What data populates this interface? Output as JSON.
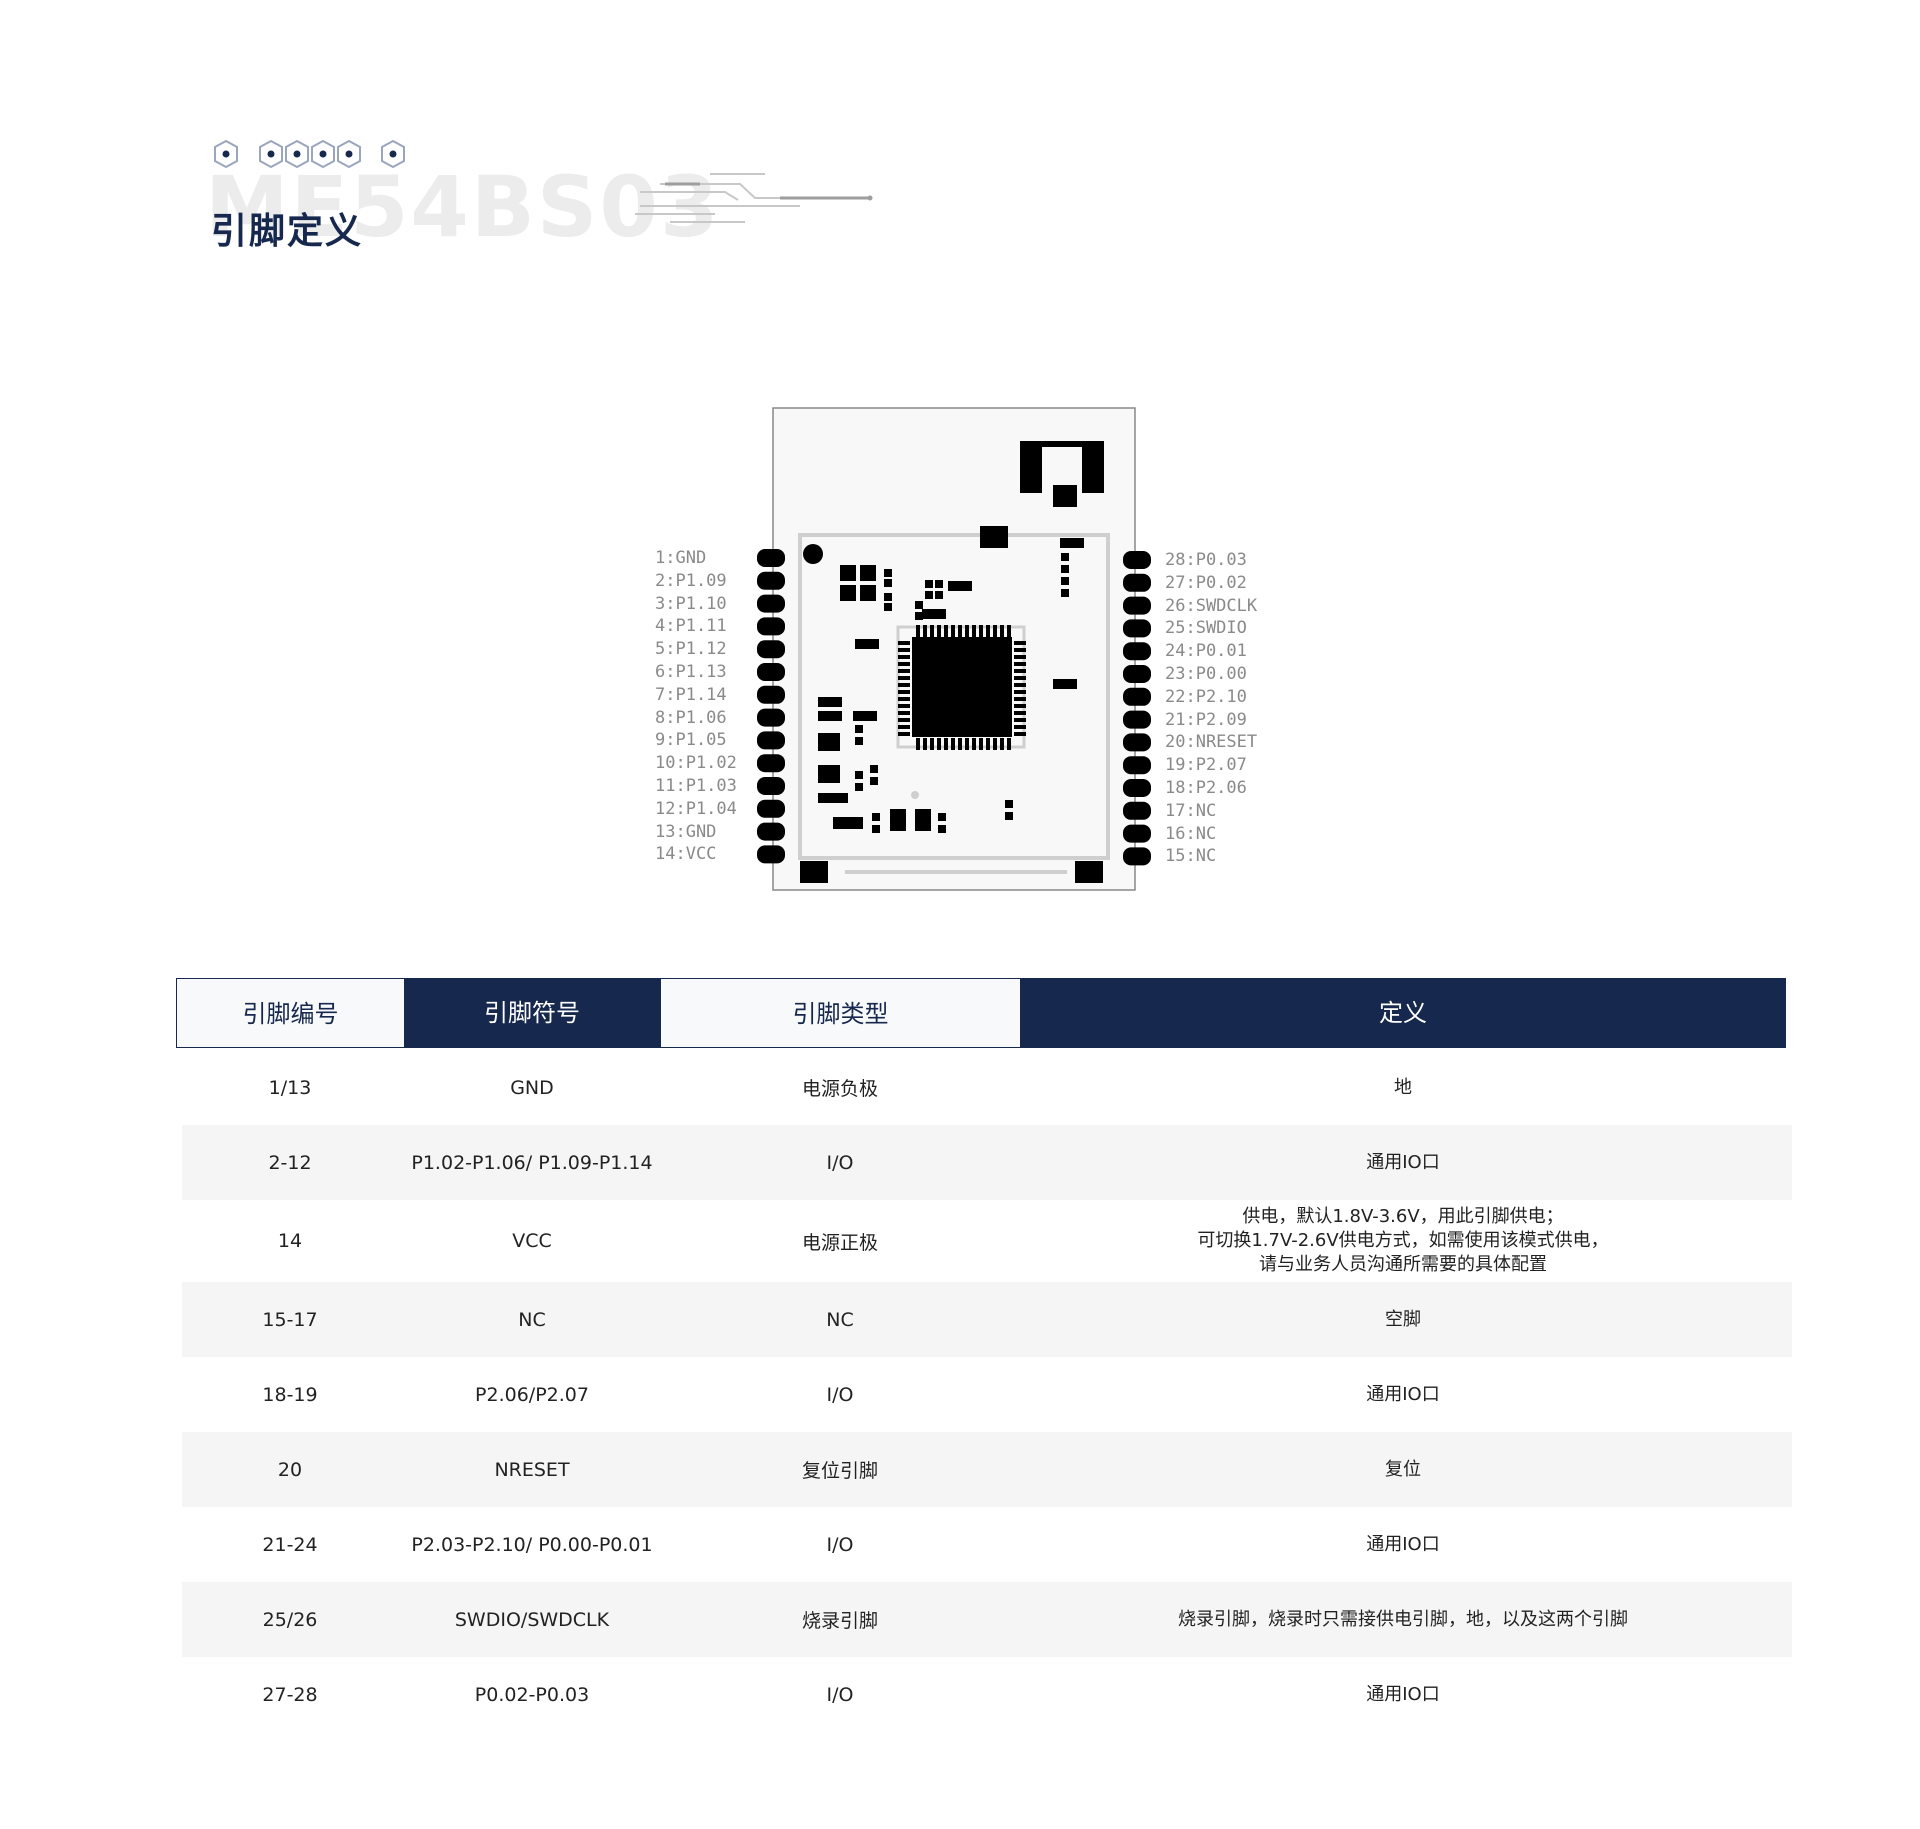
{
  "header": {
    "watermark": "ME54BS03",
    "title": "引脚定义"
  },
  "module": {
    "left_pins": [
      "1:GND",
      "2:P1.09",
      "3:P1.10",
      "4:P1.11",
      "5:P1.12",
      "6:P1.13",
      "7:P1.14",
      "8:P1.06",
      "9:P1.05",
      "10:P1.02",
      "11:P1.03",
      "12:P1.04",
      "13:GND",
      "14:VCC"
    ],
    "right_pins": [
      "28:P0.03",
      "27:P0.02",
      "26:SWDCLK",
      "25:SWDIO",
      "24:P0.01",
      "23:P0.00",
      "22:P2.10",
      "21:P2.09",
      "20:NRESET",
      "19:P2.07",
      "18:P2.06",
      "17:NC",
      "16:NC",
      "15:NC"
    ]
  },
  "table": {
    "headers": [
      "引脚编号",
      "引脚符号",
      "引脚类型",
      "定义"
    ],
    "rows": [
      {
        "num": "1/13",
        "sym": "GND",
        "type": "电源负极",
        "def": [
          "地"
        ]
      },
      {
        "num": "2-12",
        "sym": "P1.02-P1.06/ P1.09-P1.14",
        "type": "I/O",
        "def": [
          "通用IO口"
        ]
      },
      {
        "num": "14",
        "sym": "VCC",
        "type": "电源正极",
        "def": [
          "供电，默认1.8V-3.6V，用此引脚供电；",
          "可切换1.7V-2.6V供电方式，如需使用该模式供电，",
          "请与业务人员沟通所需要的具体配置"
        ]
      },
      {
        "num": "15-17",
        "sym": "NC",
        "type": "NC",
        "def": [
          "空脚"
        ]
      },
      {
        "num": "18-19",
        "sym": "P2.06/P2.07",
        "type": "I/O",
        "def": [
          "通用IO口"
        ]
      },
      {
        "num": "20",
        "sym": "NRESET",
        "type": "复位引脚",
        "def": [
          "复位"
        ]
      },
      {
        "num": "21-24",
        "sym": "P2.03-P2.10/ P0.00-P0.01",
        "type": "I/O",
        "def": [
          "通用IO口"
        ]
      },
      {
        "num": "25/26",
        "sym": "SWDIO/SWDCLK",
        "type": "烧录引脚",
        "def": [
          "烧录引脚，烧录时只需接供电引脚，地，以及这两个引脚"
        ]
      },
      {
        "num": "27-28",
        "sym": "P0.02-P0.03",
        "type": "I/O",
        "def": [
          "通用IO口"
        ]
      }
    ]
  }
}
